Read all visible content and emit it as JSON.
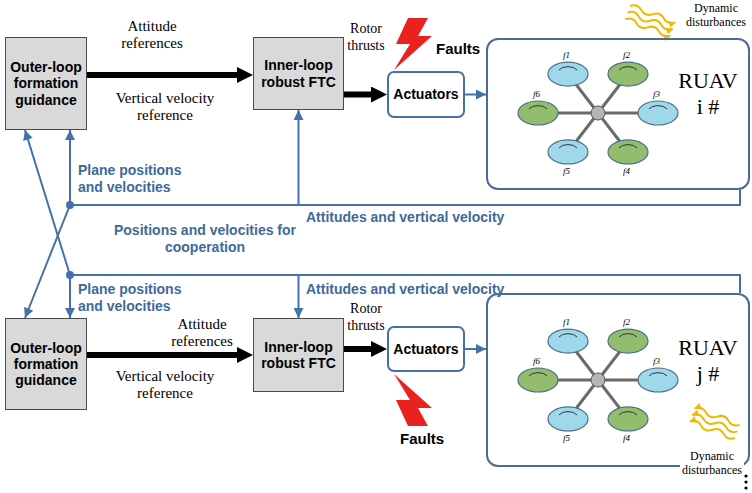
{
  "diagram": {
    "nodes": [
      {
        "text": [
          "Outer-loop formation guidance"
        ]
      },
      {
        "text": [
          "Inner-loop robust FTC"
        ]
      },
      {
        "text": [
          "Actuators"
        ]
      },
      {
        "text": [
          "RUAV i #"
        ]
      },
      {
        "text": [
          "Outer-loop formation guidance"
        ]
      },
      {
        "text": [
          "Inner-loop robust FTC"
        ]
      },
      {
        "text": [
          "Actuators"
        ]
      },
      {
        "text": [
          "RUAV j #"
        ]
      }
    ],
    "edges": [
      {
        "from": 0,
        "to": 1,
        "arrow": "to",
        "label": "Attitude references"
      },
      {
        "from": 1,
        "to": 2,
        "arrow": "to",
        "label": "Rotor thrusts"
      },
      {
        "from": 2,
        "to": 3,
        "arrow": "to"
      },
      {
        "from": 3,
        "to": 1,
        "arrow": "to",
        "label": "Attitudes and vertical velocity"
      },
      {
        "from": 3,
        "to": 0,
        "arrow": "to",
        "label": "Plane positions and velocities"
      },
      {
        "from": 3,
        "to": 4,
        "arrow": "to"
      },
      {
        "from": 4,
        "to": 5,
        "arrow": "to",
        "label": "Attitude references"
      },
      {
        "from": 5,
        "to": 6,
        "arrow": "to",
        "label": "Rotor thrusts"
      },
      {
        "from": 6,
        "to": 7,
        "arrow": "to"
      },
      {
        "from": 7,
        "to": 5,
        "arrow": "to",
        "label": "Attitudes and vertical velocity"
      },
      {
        "from": 7,
        "to": 4,
        "arrow": "to",
        "label": "Plane positions and velocities"
      },
      {
        "from": 7,
        "to": 0,
        "arrow": "to"
      }
    ],
    "labels": [
      "Vertical velocity reference",
      "Faults",
      "Dynamic disturbances",
      "f1",
      "f2",
      "f3",
      "f4",
      "f5",
      "f6",
      "Positions and velocities for cooperation",
      "Vertical velocity reference",
      "Faults",
      "Dynamic disturbances",
      "f1",
      "f2",
      "f3",
      "f4",
      "f5",
      "f6"
    ]
  }
}
